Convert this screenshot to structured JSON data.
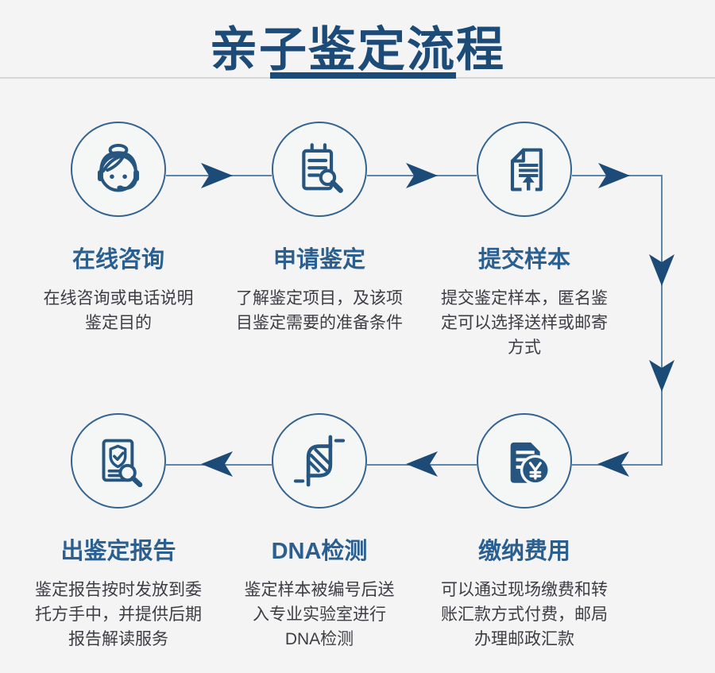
{
  "page": {
    "background_color": "#f4f4f5",
    "accent_navy": "#1d4b78",
    "step_title_blue": "#2a5f8f",
    "icon_blue": "#26567f",
    "connector_blue": "#5d86aa",
    "body_text_color": "#3d3d44"
  },
  "header": {
    "title": "亲子鉴定流程"
  },
  "flow": {
    "direction": "top row left-to-right, down on right side, bottom row right-to-left",
    "steps": [
      {
        "order": 1,
        "title": "在线咨询",
        "description": "在线咨询或电话说明\n鉴定目的",
        "icon": "customer-service-icon"
      },
      {
        "order": 2,
        "title": "申请鉴定",
        "description": "了解鉴定项目，及该项\n目鉴定需要的准备条件",
        "icon": "clipboard-search-icon"
      },
      {
        "order": 3,
        "title": "提交样本",
        "description": "提交鉴定样本，匿名鉴\n定可以选择送样或邮寄\n方式",
        "icon": "document-upload-icon"
      },
      {
        "order": 4,
        "title": "缴纳费用",
        "description": "可以通过现场缴费和转\n账汇款方式付费，邮局\n办理邮政汇款",
        "icon": "invoice-payment-icon"
      },
      {
        "order": 5,
        "title": "DNA检测",
        "description": "鉴定样本被编号后送\n入专业实验室进行\nDNA检测",
        "icon": "dna-icon"
      },
      {
        "order": 6,
        "title": "出鉴定报告",
        "description": "鉴定报告按时发放到委\n托方手中，并提供后期\n报告解读服务",
        "icon": "report-search-icon"
      }
    ]
  }
}
